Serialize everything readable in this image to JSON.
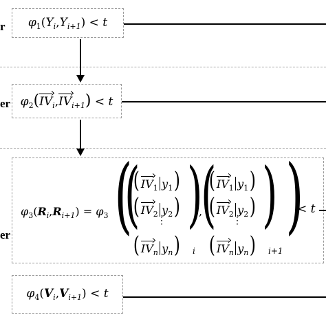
{
  "side_labels": [
    "r",
    "er",
    "er"
  ],
  "formula1": {
    "fn": "φ",
    "idx": "1",
    "a": "Y",
    "ai": "i",
    "b": "Y",
    "bi": "i+1",
    "tail": " < t"
  },
  "formula2": {
    "fn": "φ",
    "idx": "2",
    "a": "IV",
    "ai": "i",
    "b": "IV",
    "bi": "i+1",
    "tail": " < t"
  },
  "formula3": {
    "lhs_fn": "φ",
    "lhs_idx": "3",
    "a": "R",
    "ai": "i",
    "b": "R",
    "bi": "i+1",
    "eq": " = ",
    "rhs_fn": "φ",
    "rhs_idx": "3",
    "vec": "IV",
    "y": "y",
    "rows": [
      {
        "idx": "1"
      },
      {
        "idx": "2"
      },
      {
        "idx": "n"
      }
    ],
    "sub_left": "i",
    "sub_right": "i+1",
    "comma": ",",
    "tail": "< t"
  },
  "formula4": {
    "fn": "φ",
    "idx": "4",
    "a": "V",
    "ai": "i",
    "b": "V",
    "bi": "i+1",
    "tail": " < t"
  }
}
